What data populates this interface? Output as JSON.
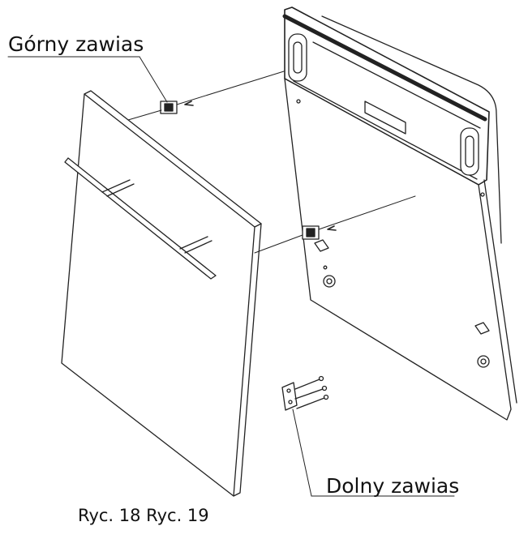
{
  "labels": {
    "top_hinge": "Górny zawias",
    "bottom_hinge": "Dolny zawias",
    "caption": "Ryc. 18 Ryc. 19"
  },
  "colors": {
    "line": "#222222",
    "fill": "#ffffff",
    "background": "#ffffff"
  }
}
